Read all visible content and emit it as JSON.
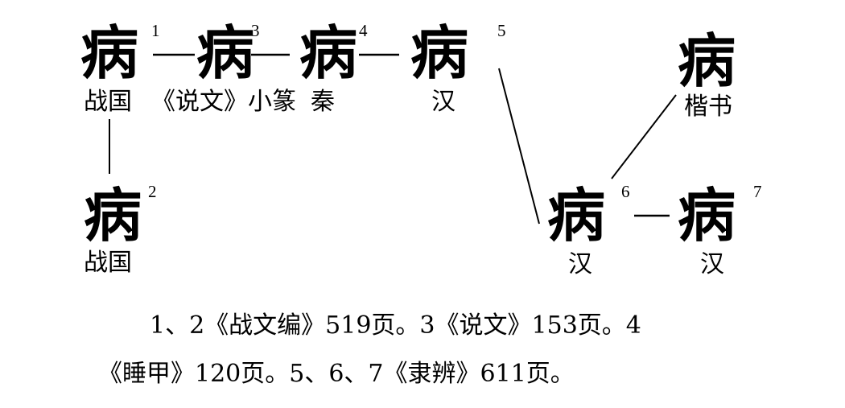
{
  "forms": [
    {
      "id": "1",
      "glyph": "病",
      "label": "战国"
    },
    {
      "id": "3",
      "glyph": "病",
      "label": "《说文》小篆"
    },
    {
      "id": "4",
      "glyph": "病",
      "label": "秦"
    },
    {
      "id": "5",
      "glyph": "病",
      "label": "汉"
    },
    {
      "id": "kaishu",
      "glyph": "病",
      "label": "楷书"
    },
    {
      "id": "2",
      "glyph": "病",
      "label": "战国"
    },
    {
      "id": "6",
      "glyph": "病",
      "label": "汉"
    },
    {
      "id": "7",
      "glyph": "病",
      "label": "汉"
    }
  ],
  "numbers": [
    "1",
    "3",
    "4",
    "5",
    "2",
    "6",
    "7"
  ],
  "caption": {
    "line1": "1、2《战文编》519页。3《说文》153页。4",
    "line2": "《睡甲》120页。5、6、7《隶辨》611页。"
  }
}
